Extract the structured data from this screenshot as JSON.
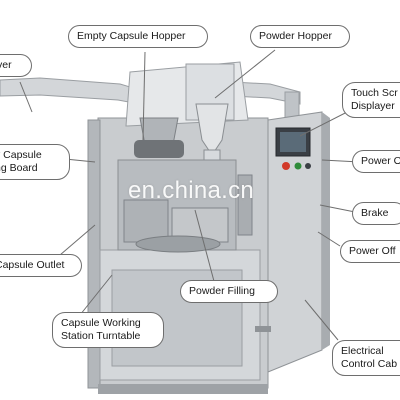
{
  "colors": {
    "machine_body": "#c9cccf",
    "machine_dark": "#8f9397",
    "panel": "#b8bcc0",
    "screen": "#3a3f45",
    "callout_border": "#6e6e6e",
    "button_red": "#d23a2a",
    "button_green": "#2e8b3a"
  },
  "watermark": "en.china.cn",
  "labels": {
    "vacuum_receiver": "ver",
    "empty_capsule_hopper": "Empty Capsule Hopper",
    "powder_hopper": "Powder Hopper",
    "touch_screen_line1": "Touch Scr",
    "touch_screen_line2": "Displayer",
    "empty_capsule_board_line1": "y Capsule",
    "empty_capsule_board_line2": "ng Board",
    "power_on": "Power O",
    "brake": "Brake",
    "power_off": "Power Off",
    "capsule_outlet": "Capsule Outlet",
    "powder_filling": "Powder Filling",
    "turntable_line1": "Capsule Working",
    "turntable_line2": "Station Turntable",
    "electrical_cabinet_line1": "Electrical",
    "electrical_cabinet_line2": "Control Cab"
  }
}
